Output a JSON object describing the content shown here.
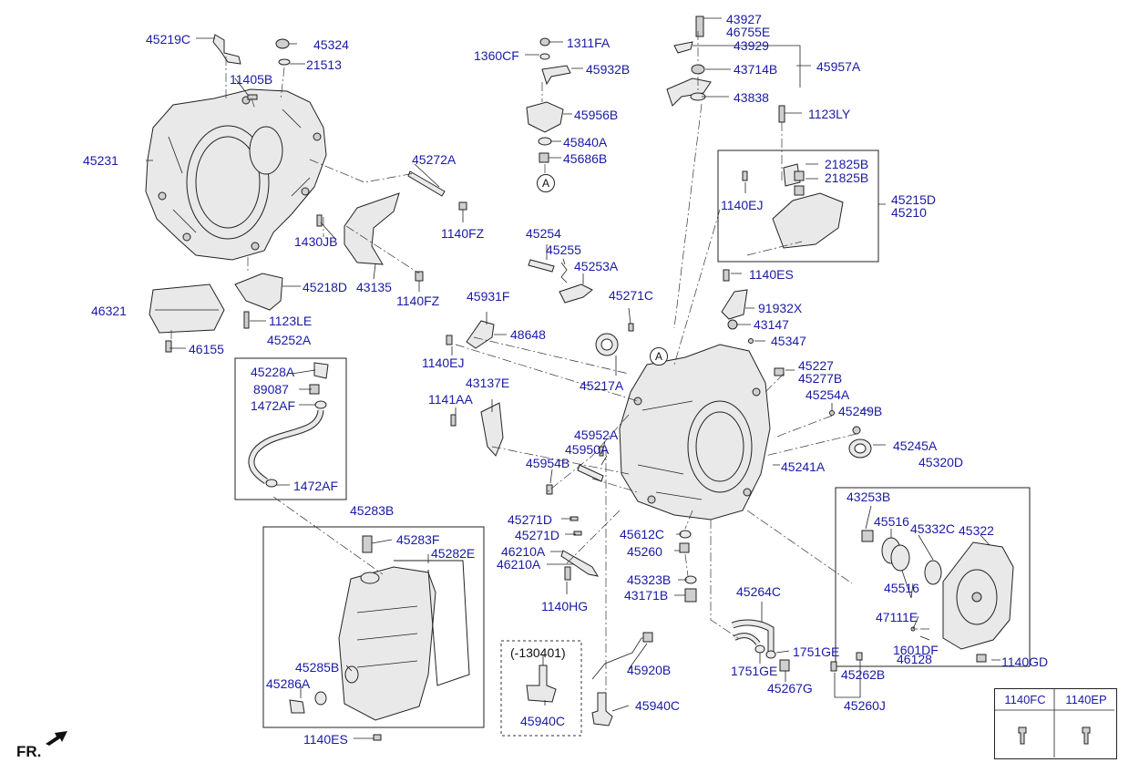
{
  "diagram": {
    "part_labels": {
      "p45219C": "45219C",
      "p45324": "45324",
      "p21513": "21513",
      "p11405B": "11405B",
      "p45231": "45231",
      "p45272A": "45272A",
      "p1140FZ_a": "1140FZ",
      "p1430JB": "1430JB",
      "p43135": "43135",
      "p1140FZ_b": "1140FZ",
      "p45218D": "45218D",
      "p46321": "46321",
      "p1123LE": "1123LE",
      "p46155": "46155",
      "p45252A": "45252A",
      "p45228A": "45228A",
      "p89087": "89087",
      "p1472AF_a": "1472AF",
      "p1472AF_b": "1472AF",
      "p1311FA": "1311FA",
      "p1360CF": "1360CF",
      "p45932B": "45932B",
      "p45956B": "45956B",
      "p45840A": "45840A",
      "p45686B": "45686B",
      "p43927": "43927",
      "p46755E": "46755E",
      "p43929": "43929",
      "p43714B": "43714B",
      "p45957A": "45957A",
      "p43838": "43838",
      "p1123LY": "1123LY",
      "p21825B_a": "21825B",
      "p21825B_b": "21825B",
      "p1140EJ_a": "1140EJ",
      "p45215D": "45215D",
      "p45210": "45210",
      "p45254": "45254",
      "p45255": "45255",
      "p45253A": "45253A",
      "p45931F": "45931F",
      "p45271C": "45271C",
      "p48648": "48648",
      "p1140EJ_b": "1140EJ",
      "p45217A": "45217A",
      "p1140ES_a": "1140ES",
      "p91932X": "91932X",
      "p43147": "43147",
      "p45347": "45347",
      "p45227": "45227",
      "p45277B": "45277B",
      "p45254A": "45254A",
      "p45249B": "45249B",
      "p45245A": "45245A",
      "p45241A": "45241A",
      "p45320D": "45320D",
      "p43137E": "43137E",
      "p1141AA": "1141AA",
      "p45952A": "45952A",
      "p45950A": "45950A",
      "p45954B": "45954B",
      "p45283B": "45283B",
      "p45283F": "45283F",
      "p45282E": "45282E",
      "p45285B": "45285B",
      "p45286A": "45286A",
      "p1140ES_b": "1140ES",
      "p45271D_a": "45271D",
      "p45271D_b": "45271D",
      "p46210A_a": "46210A",
      "p46210A_b": "46210A",
      "p1140HG": "1140HG",
      "p45612C": "45612C",
      "p45260": "45260",
      "p45323B": "45323B",
      "p43171B": "43171B",
      "p130401": "(-130401)",
      "p45940C_a": "45940C",
      "p45920B": "45920B",
      "p45940C_b": "45940C",
      "p45264C": "45264C",
      "p1751GE_a": "1751GE",
      "p1751GE_b": "1751GE",
      "p45267G": "45267G",
      "p43253B": "43253B",
      "p45516_a": "45516",
      "p45332C": "45332C",
      "p45322": "45322",
      "p45516_b": "45516",
      "p47111E": "47111E",
      "p1601DF": "1601DF",
      "p46128": "46128",
      "p1140GD": "1140GD",
      "p45262B": "45262B",
      "p45260J": "45260J"
    },
    "markers": {
      "m1": "A",
      "m2": "A"
    },
    "orientation": "FR.",
    "fastener_table": {
      "col1": "1140FC",
      "col2": "1140EP"
    }
  }
}
